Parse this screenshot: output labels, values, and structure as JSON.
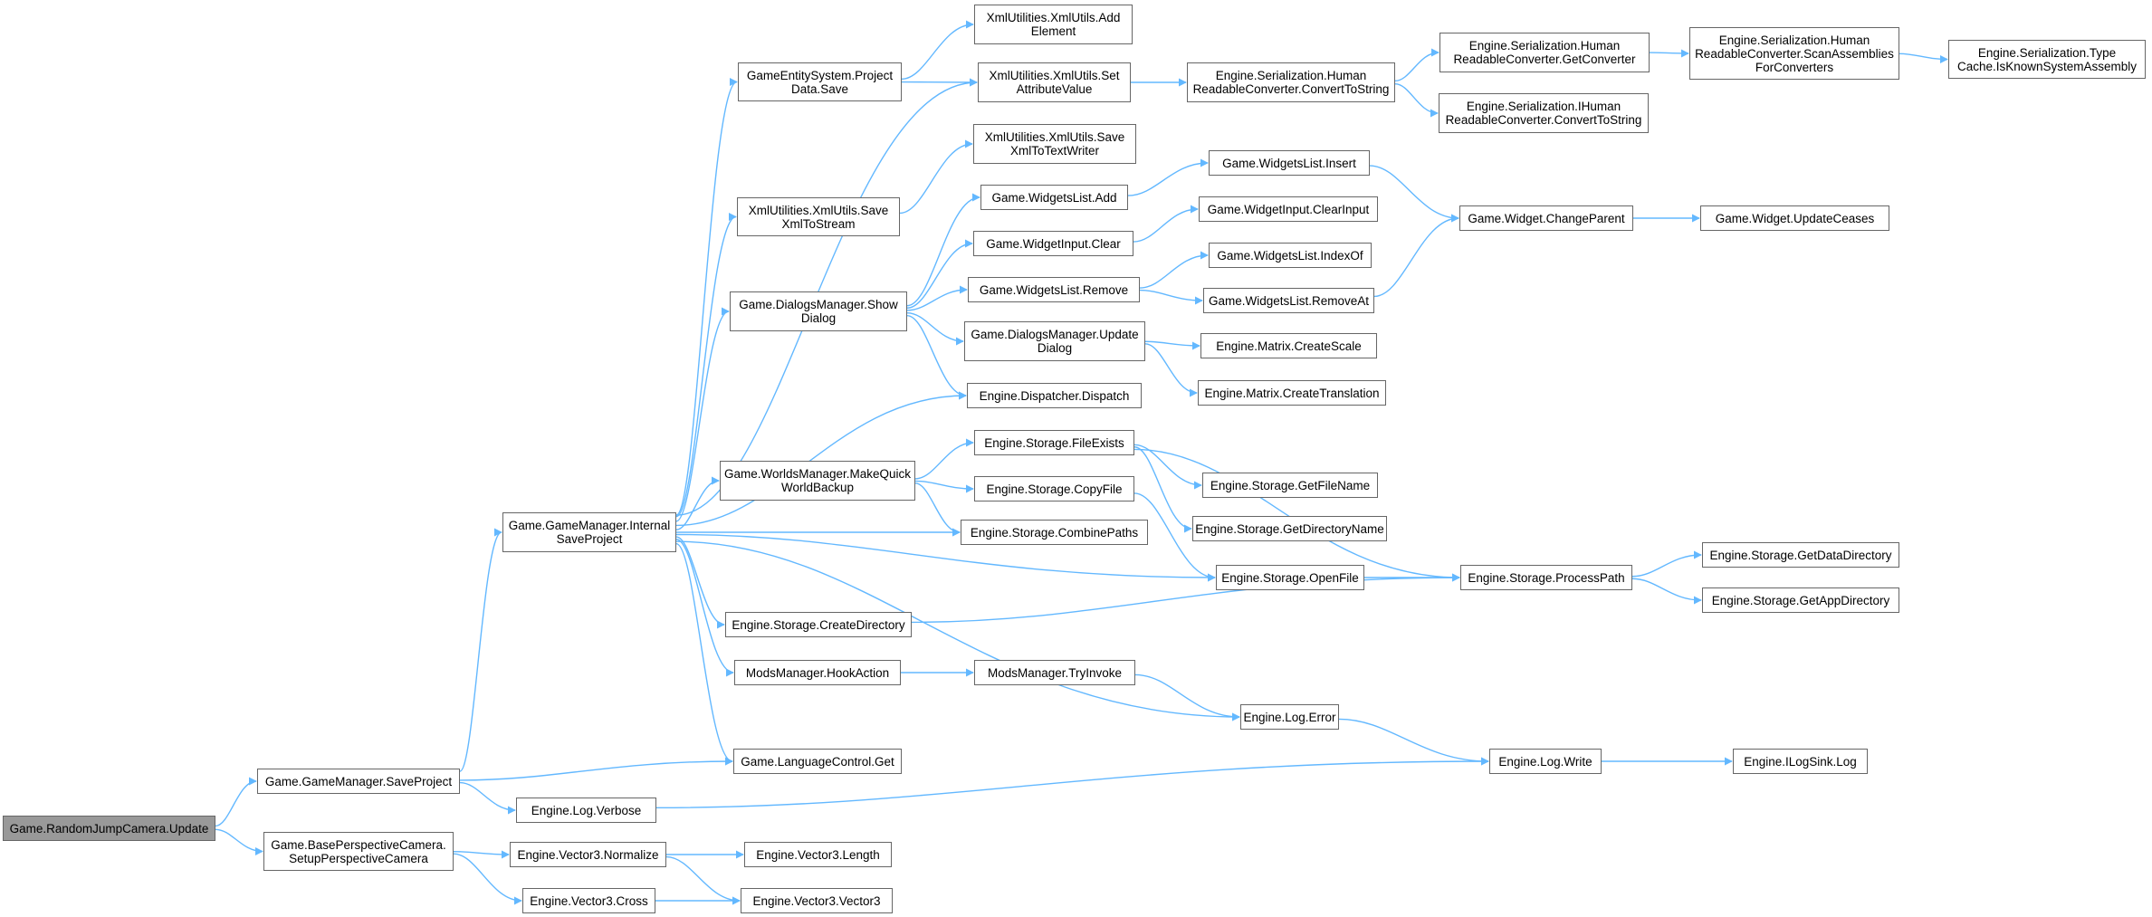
{
  "nodes": {
    "n_root": "Game.RandomJumpCamera.Update",
    "n_save_project": "Game.GameManager.SaveProject",
    "n_setup_camera": "Game.BasePerspectiveCamera.\nSetupPerspectiveCamera",
    "n_internal_save": "Game.GameManager.Internal\nSaveProject",
    "n_log_verbose": "Engine.Log.Verbose",
    "n_vec_normalize": "Engine.Vector3.Normalize",
    "n_vec_cross": "Engine.Vector3.Cross",
    "n_vec_length": "Engine.Vector3.Length",
    "n_vec_vector3": "Engine.Vector3.Vector3",
    "n_project_data_save": "GameEntitySystem.Project\nData.Save",
    "n_xml_save_stream": "XmlUtilities.XmlUtils.Save\nXmlToStream",
    "n_show_dialog": "Game.DialogsManager.Show\nDialog",
    "n_make_backup": "Game.WorldsManager.MakeQuick\nWorldBackup",
    "n_create_directory": "Engine.Storage.CreateDirectory",
    "n_hook_action": "ModsManager.HookAction",
    "n_language_get": "Game.LanguageControl.Get",
    "n_xml_add_element": "XmlUtilities.XmlUtils.Add\nElement",
    "n_xml_set_attr": "XmlUtilities.XmlUtils.Set\nAttributeValue",
    "n_xml_save_writer": "XmlUtilities.XmlUtils.Save\nXmlToTextWriter",
    "n_widgets_add": "Game.WidgetsList.Add",
    "n_widget_input_clear": "Game.WidgetInput.Clear",
    "n_widgets_remove": "Game.WidgetsList.Remove",
    "n_update_dialog": "Game.DialogsManager.Update\nDialog",
    "n_dispatch": "Engine.Dispatcher.Dispatch",
    "n_file_exists": "Engine.Storage.FileExists",
    "n_copy_file": "Engine.Storage.CopyFile",
    "n_combine_paths": "Engine.Storage.CombinePaths",
    "n_mods_tryinvoke": "ModsManager.TryInvoke",
    "n_hrc_convert": "Engine.Serialization.Human\nReadableConverter.ConvertToString",
    "n_widgets_insert": "Game.WidgetsList.Insert",
    "n_clear_input": "Game.WidgetInput.ClearInput",
    "n_indexof": "Game.WidgetsList.IndexOf",
    "n_removeat": "Game.WidgetsList.RemoveAt",
    "n_create_scale": "Engine.Matrix.CreateScale",
    "n_create_translation": "Engine.Matrix.CreateTranslation",
    "n_get_file_name": "Engine.Storage.GetFileName",
    "n_get_directory_name": "Engine.Storage.GetDirectoryName",
    "n_open_file": "Engine.Storage.OpenFile",
    "n_log_error": "Engine.Log.Error",
    "n_hrc_get_converter": "Engine.Serialization.Human\nReadableConverter.GetConverter",
    "n_ihrc_convert": "Engine.Serialization.IHuman\nReadableConverter.ConvertToString",
    "n_change_parent": "Game.Widget.ChangeParent",
    "n_process_path": "Engine.Storage.ProcessPath",
    "n_log_write": "Engine.Log.Write",
    "n_scan_assemblies": "Engine.Serialization.Human\nReadableConverter.ScanAssemblies\nForConverters",
    "n_update_ceases": "Game.Widget.UpdateCeases",
    "n_get_data_dir": "Engine.Storage.GetDataDirectory",
    "n_get_app_dir": "Engine.Storage.GetAppDirectory",
    "n_ilogsink_log": "Engine.ILogSink.Log",
    "n_type_cache": "Engine.Serialization.Type\nCache.IsKnownSystemAssembly"
  },
  "colors": {
    "edge": "#63b8ff",
    "node_border": "#666666",
    "node_fill": "#ffffff",
    "root_fill": "#999999"
  }
}
